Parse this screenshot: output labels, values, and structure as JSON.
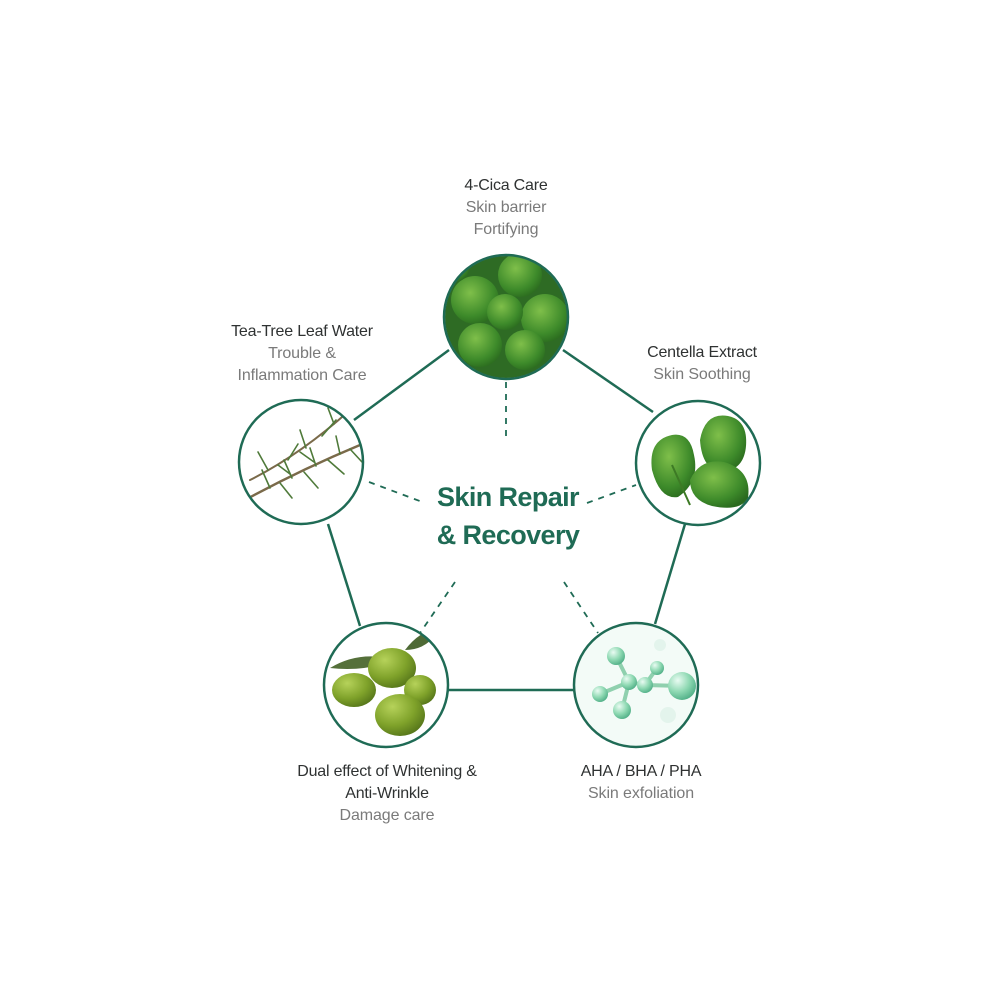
{
  "center": {
    "line1": "Skin Repair",
    "line2": "& Recovery"
  },
  "nodes": [
    {
      "key": "cica",
      "title": "4-Cica Care",
      "sub1": "Skin barrier",
      "sub2": "Fortifying",
      "image": "centella-leaves-closeup"
    },
    {
      "key": "centella",
      "title": "Centella Extract",
      "sub1": "Skin Soothing",
      "image": "centella-leaf"
    },
    {
      "key": "aha",
      "title": "AHA / BHA / PHA",
      "sub1": "Skin exfoliation",
      "image": "molecule-icon"
    },
    {
      "key": "olive",
      "title1": "Dual effect of Whitening &",
      "title2": "Anti-Wrinkle",
      "sub1": "Damage care",
      "image": "olives"
    },
    {
      "key": "teatree",
      "title": "Tea-Tree Leaf Water",
      "sub1": "Trouble &",
      "sub2": "Inflammation Care",
      "image": "tea-tree-branch"
    }
  ],
  "colors": {
    "ring": "#1f6b55",
    "accent": "#1f6b55",
    "title": "#2f3232",
    "subtitle": "#7a7a7a"
  }
}
